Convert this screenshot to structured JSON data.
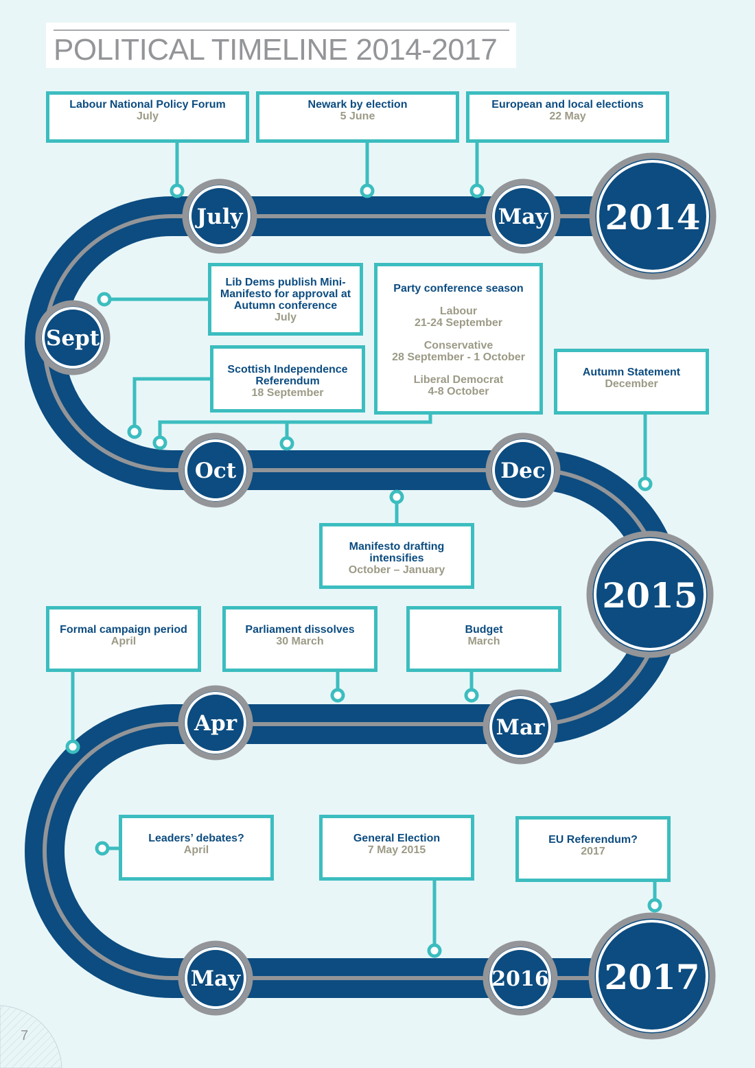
{
  "title": "POLITICAL TIMELINE 2014-2017",
  "page_number": "7",
  "colors": {
    "track": "#0c4c80",
    "track_inner_line": "#939598",
    "accent": "#3cbdbf",
    "event_title": "#0c4c80",
    "event_date": "#9c9a86",
    "background": "#e9f6f8"
  },
  "milestones": {
    "y2014": "2014",
    "y2015": "2015",
    "y2017": "2017",
    "may_2014": "May",
    "july": "July",
    "sept": "Sept",
    "oct": "Oct",
    "dec": "Dec",
    "mar": "Mar",
    "apr": "Apr",
    "may_2015": "May",
    "y2016": "2016"
  },
  "events": {
    "labour_npf": {
      "title": "Labour National Policy Forum",
      "date": "July"
    },
    "newark": {
      "title": "Newark by election",
      "date": "5 June"
    },
    "european": {
      "title": "European and local elections",
      "date": "22 May"
    },
    "libdem_manifesto": {
      "title_lines": [
        "Lib Dems publish Mini-",
        "Manifesto for approval at",
        "Autumn conference"
      ],
      "date": "July"
    },
    "conference": {
      "title": "Party conference season",
      "groups": [
        {
          "party": "Labour",
          "date": "21-24 September"
        },
        {
          "party": "Conservative",
          "date": "28 September - 1 October"
        },
        {
          "party": "Liberal Democrat",
          "date": "4-8 October"
        }
      ]
    },
    "scottish": {
      "title_lines": [
        "Scottish Independence",
        "Referendum"
      ],
      "date": "18 September"
    },
    "autumn": {
      "title": "Autumn Statement",
      "date": "December"
    },
    "manifesto_drafting": {
      "title_lines": [
        "Manifesto drafting",
        "intensifies"
      ],
      "date": "October – January"
    },
    "formal_campaign": {
      "title": "Formal campaign period",
      "date": "April"
    },
    "parliament": {
      "title": "Parliament dissolves",
      "date": "30 March"
    },
    "budget": {
      "title": "Budget",
      "date": "March"
    },
    "leaders": {
      "title": "Leaders’ debates?",
      "date": "April"
    },
    "general_election": {
      "title": "General Election",
      "date": "7 May 2015"
    },
    "eu_ref": {
      "title": "EU Referendum?",
      "date": "2017"
    }
  }
}
